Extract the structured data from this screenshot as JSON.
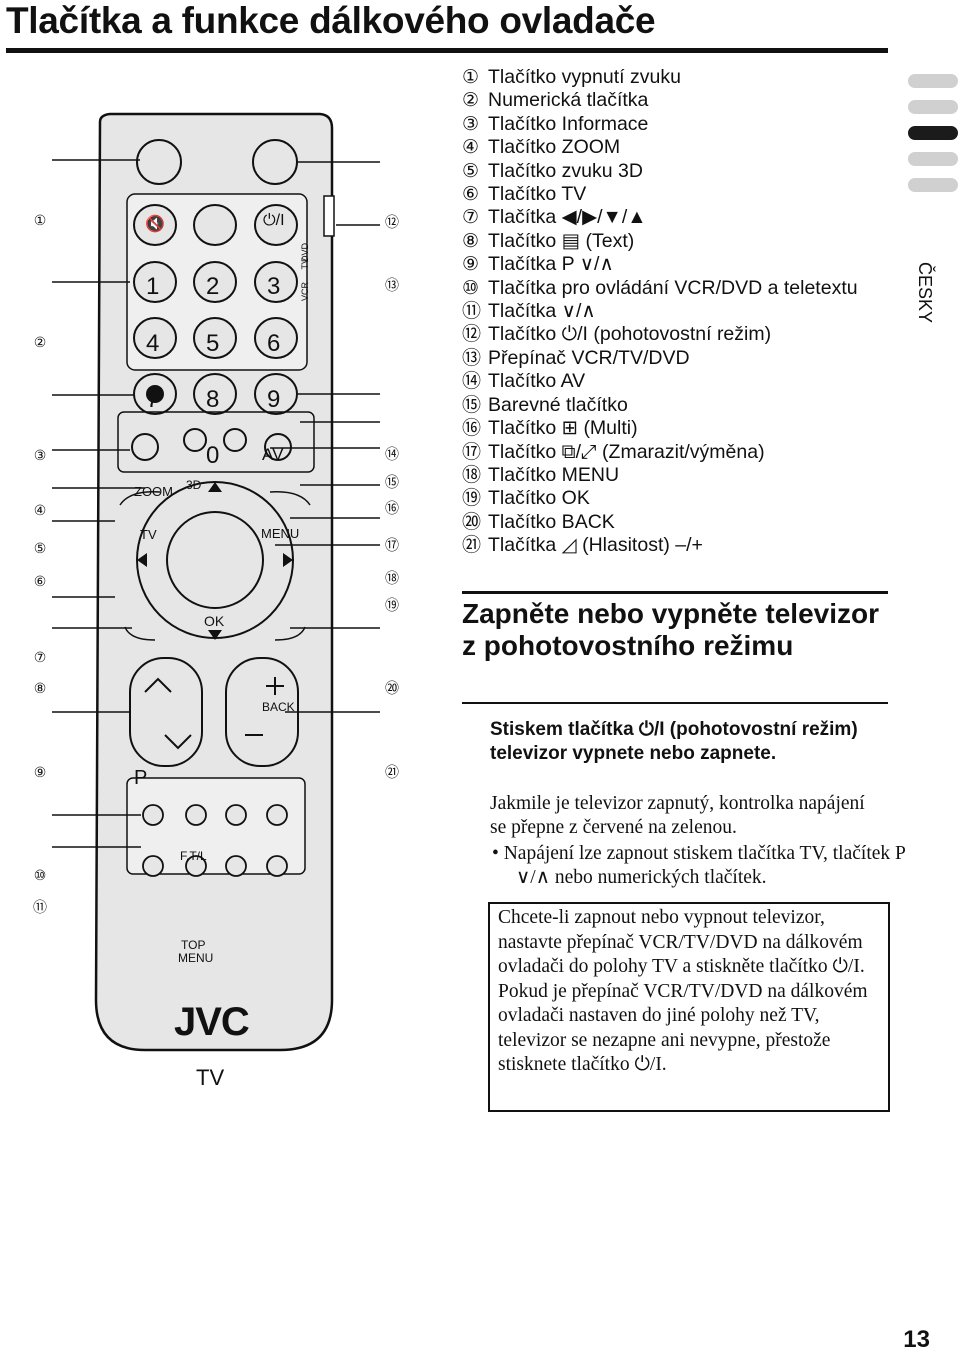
{
  "page": {
    "title": "Tlačítka a funkce dálkového ovladače",
    "page_number": "13",
    "language_label": "ČESKY"
  },
  "remote": {
    "keys": {
      "k1": "1",
      "k2": "2",
      "k3": "3",
      "k4": "4",
      "k5": "5",
      "k6": "6",
      "k7": "7",
      "k8": "8",
      "k9": "9",
      "k0": "0",
      "av": "AV",
      "zoom": "ZOOM",
      "three_d": "3D",
      "tv": "TV",
      "menu": "MENU",
      "ok": "OK",
      "back": "BACK",
      "p": "P",
      "ftl": "F.T/L",
      "top_menu_1": "TOP",
      "top_menu_2": "MENU",
      "vcr": "VCR",
      "tv_switch": "TV",
      "dvd": "DVD",
      "brand": "JVC",
      "model": "TV"
    },
    "callouts": {
      "c1": "①",
      "c2": "②",
      "c3": "③",
      "c4": "④",
      "c5": "⑤",
      "c6": "⑥",
      "c7": "⑦",
      "c8": "⑧",
      "c9": "⑨",
      "c10": "⑩",
      "c11": "⑪",
      "c12": "⑫",
      "c13": "⑬",
      "c14": "⑭",
      "c15": "⑮",
      "c16": "⑯",
      "c17": "⑰",
      "c18": "⑱",
      "c19": "⑲",
      "c20": "⑳",
      "c21": "㉑"
    }
  },
  "button_list": [
    {
      "n": "①",
      "text": "Tlačítko vypnutí zvuku"
    },
    {
      "n": "②",
      "text": "Numerická tlačítka"
    },
    {
      "n": "③",
      "text": "Tlačítko Informace"
    },
    {
      "n": "④",
      "text": "Tlačítko ZOOM"
    },
    {
      "n": "⑤",
      "text": "Tlačítko zvuku 3D"
    },
    {
      "n": "⑥",
      "text": "Tlačítko TV"
    },
    {
      "n": "⑦",
      "text": "Tlačítka ◀/▶/▼/▲"
    },
    {
      "n": "⑧",
      "text": "Tlačítko ▤ (Text)"
    },
    {
      "n": "⑨",
      "text": "Tlačítka P ∨/∧"
    },
    {
      "n": "⑩",
      "text": "Tlačítka pro ovládání VCR/DVD a teletextu"
    },
    {
      "n": "⑪",
      "text": "Tlačítka ∨/∧"
    },
    {
      "n": "⑫",
      "text": "Tlačítko ⏻/I (pohotovostní režim)"
    },
    {
      "n": "⑬",
      "text": "Přepínač VCR/TV/DVD"
    },
    {
      "n": "⑭",
      "text": "Tlačítko AV"
    },
    {
      "n": "⑮",
      "text": "Barevné tlačítko"
    },
    {
      "n": "⑯",
      "text": "Tlačítko ⊞ (Multi)"
    },
    {
      "n": "⑰",
      "text": "Tlačítko ⧉/⤢ (Zmarazit/výměna)"
    },
    {
      "n": "⑱",
      "text": "Tlačítko MENU"
    },
    {
      "n": "⑲",
      "text": "Tlačítko OK"
    },
    {
      "n": "⑳",
      "text": "Tlačítko BACK"
    },
    {
      "n": "㉑",
      "text": "Tlačítka ◿ (Hlasitost) –/+"
    }
  ],
  "section": {
    "title": "Zapněte nebo vypněte televizor z pohotovostního režimu",
    "lead": "Stiskem tlačítka ⏻/I (pohotovostní režim) televizor vypnete nebo zapnete.",
    "para": "Jakmile je televizor zapnutý, kontrolka napájení se přepne z červené na zelenou.",
    "bullet": "• Napájení lze zapnout stiskem tlačítka TV, tlačítek P ∨/∧ nebo numerických tlačítek.",
    "note_1": "Chcete-li zapnout nebo vypnout televizor, nastavte přepínač VCR/TV/DVD na dálkovém ovladači do polohy TV a stiskněte tlačítko ⏻/I.",
    "note_2": "Pokud je přepínač VCR/TV/DVD na dálkovém ovladači nastaven do jiné polohy než TV, televizor se nezapne ani nevypne, přestože stisknete tlačítko ⏻/I."
  }
}
